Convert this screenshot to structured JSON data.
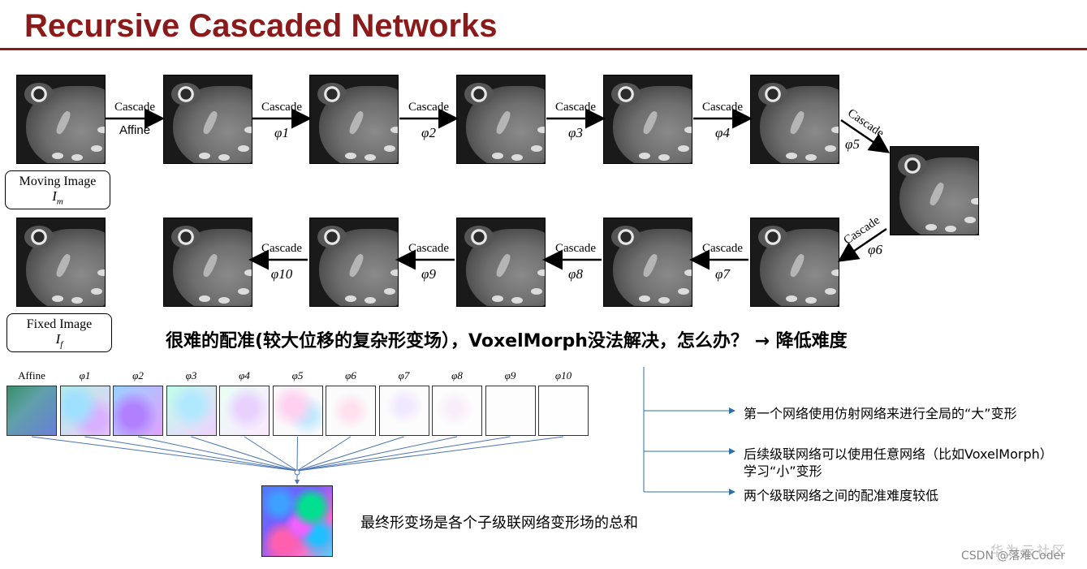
{
  "title": "Recursive Cascaded Networks",
  "moving_image": {
    "label": "Moving Image",
    "symbol": "I",
    "subscript": "m"
  },
  "fixed_image": {
    "label": "Fixed Image",
    "symbol": "I",
    "subscript": "f"
  },
  "cascade_word": "Cascade",
  "top_row_arrows": [
    {
      "top": "Cascade",
      "bottom": "Affine"
    },
    {
      "top": "Cascade",
      "bottom": "φ1"
    },
    {
      "top": "Cascade",
      "bottom": "φ2"
    },
    {
      "top": "Cascade",
      "bottom": "φ3"
    },
    {
      "top": "Cascade",
      "bottom": "φ4"
    }
  ],
  "right_arrows": [
    {
      "top": "Cascade",
      "bottom": "φ5"
    },
    {
      "top": "Cascade",
      "bottom": "φ6"
    }
  ],
  "bottom_row_arrows": [
    {
      "top": "Cascade",
      "bottom": "φ10"
    },
    {
      "top": "Cascade",
      "bottom": "φ9"
    },
    {
      "top": "Cascade",
      "bottom": "φ8"
    },
    {
      "top": "Cascade",
      "bottom": "φ7"
    }
  ],
  "question": "很难的配准(较大位移的复杂形变场），VoxelMorph没法解决，怎么办？ → 降低难度",
  "flow_labels": [
    "Affine",
    "φ1",
    "φ2",
    "φ3",
    "φ4",
    "φ5",
    "φ6",
    "φ7",
    "φ8",
    "φ9",
    "φ10"
  ],
  "summary": "最终形变场是各个子级联网络变形场的总和",
  "notes": [
    "第一个网络使用仿射网络来进行全局的“大”变形",
    "后续级联网络可以使用任意网络（比如VoxelMorph）",
    "学习“小”变形",
    "两个级联网络之间的配准难度较低"
  ],
  "watermark": "CSDN @落难Coder",
  "watermark_faint": "华为云社区",
  "colors": {
    "title": "#8b1a1a",
    "note_arrow": "#2e6fa7",
    "flow_line": "#4a74b4"
  }
}
